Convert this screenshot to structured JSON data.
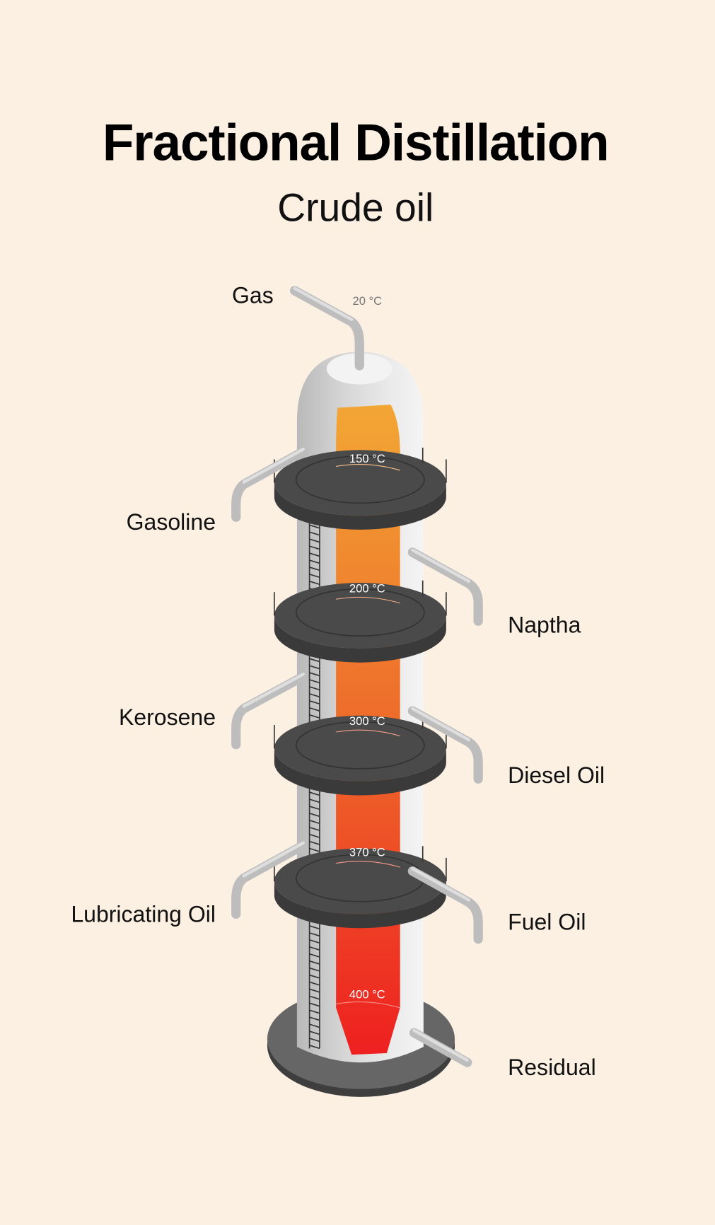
{
  "title": "Fractional Distillation",
  "subtitle": "Crude oil",
  "temperatures": [
    "20 °C",
    "150 °C",
    "200 °C",
    "300 °C",
    "370 °C",
    "400 °C"
  ],
  "fractions": {
    "gas": "Gas",
    "gasoline": "Gasoline",
    "naptha": "Naptha",
    "kerosene": "Kerosene",
    "diesel": "Diesel Oil",
    "lubricating": "Lubricating Oil",
    "fuel": "Fuel Oil",
    "residual": "Residual"
  },
  "colors": {
    "background": "#fcf0e3",
    "hot": "#ee2222",
    "cool": "#f0a030",
    "platform": "#4a4a4a"
  }
}
